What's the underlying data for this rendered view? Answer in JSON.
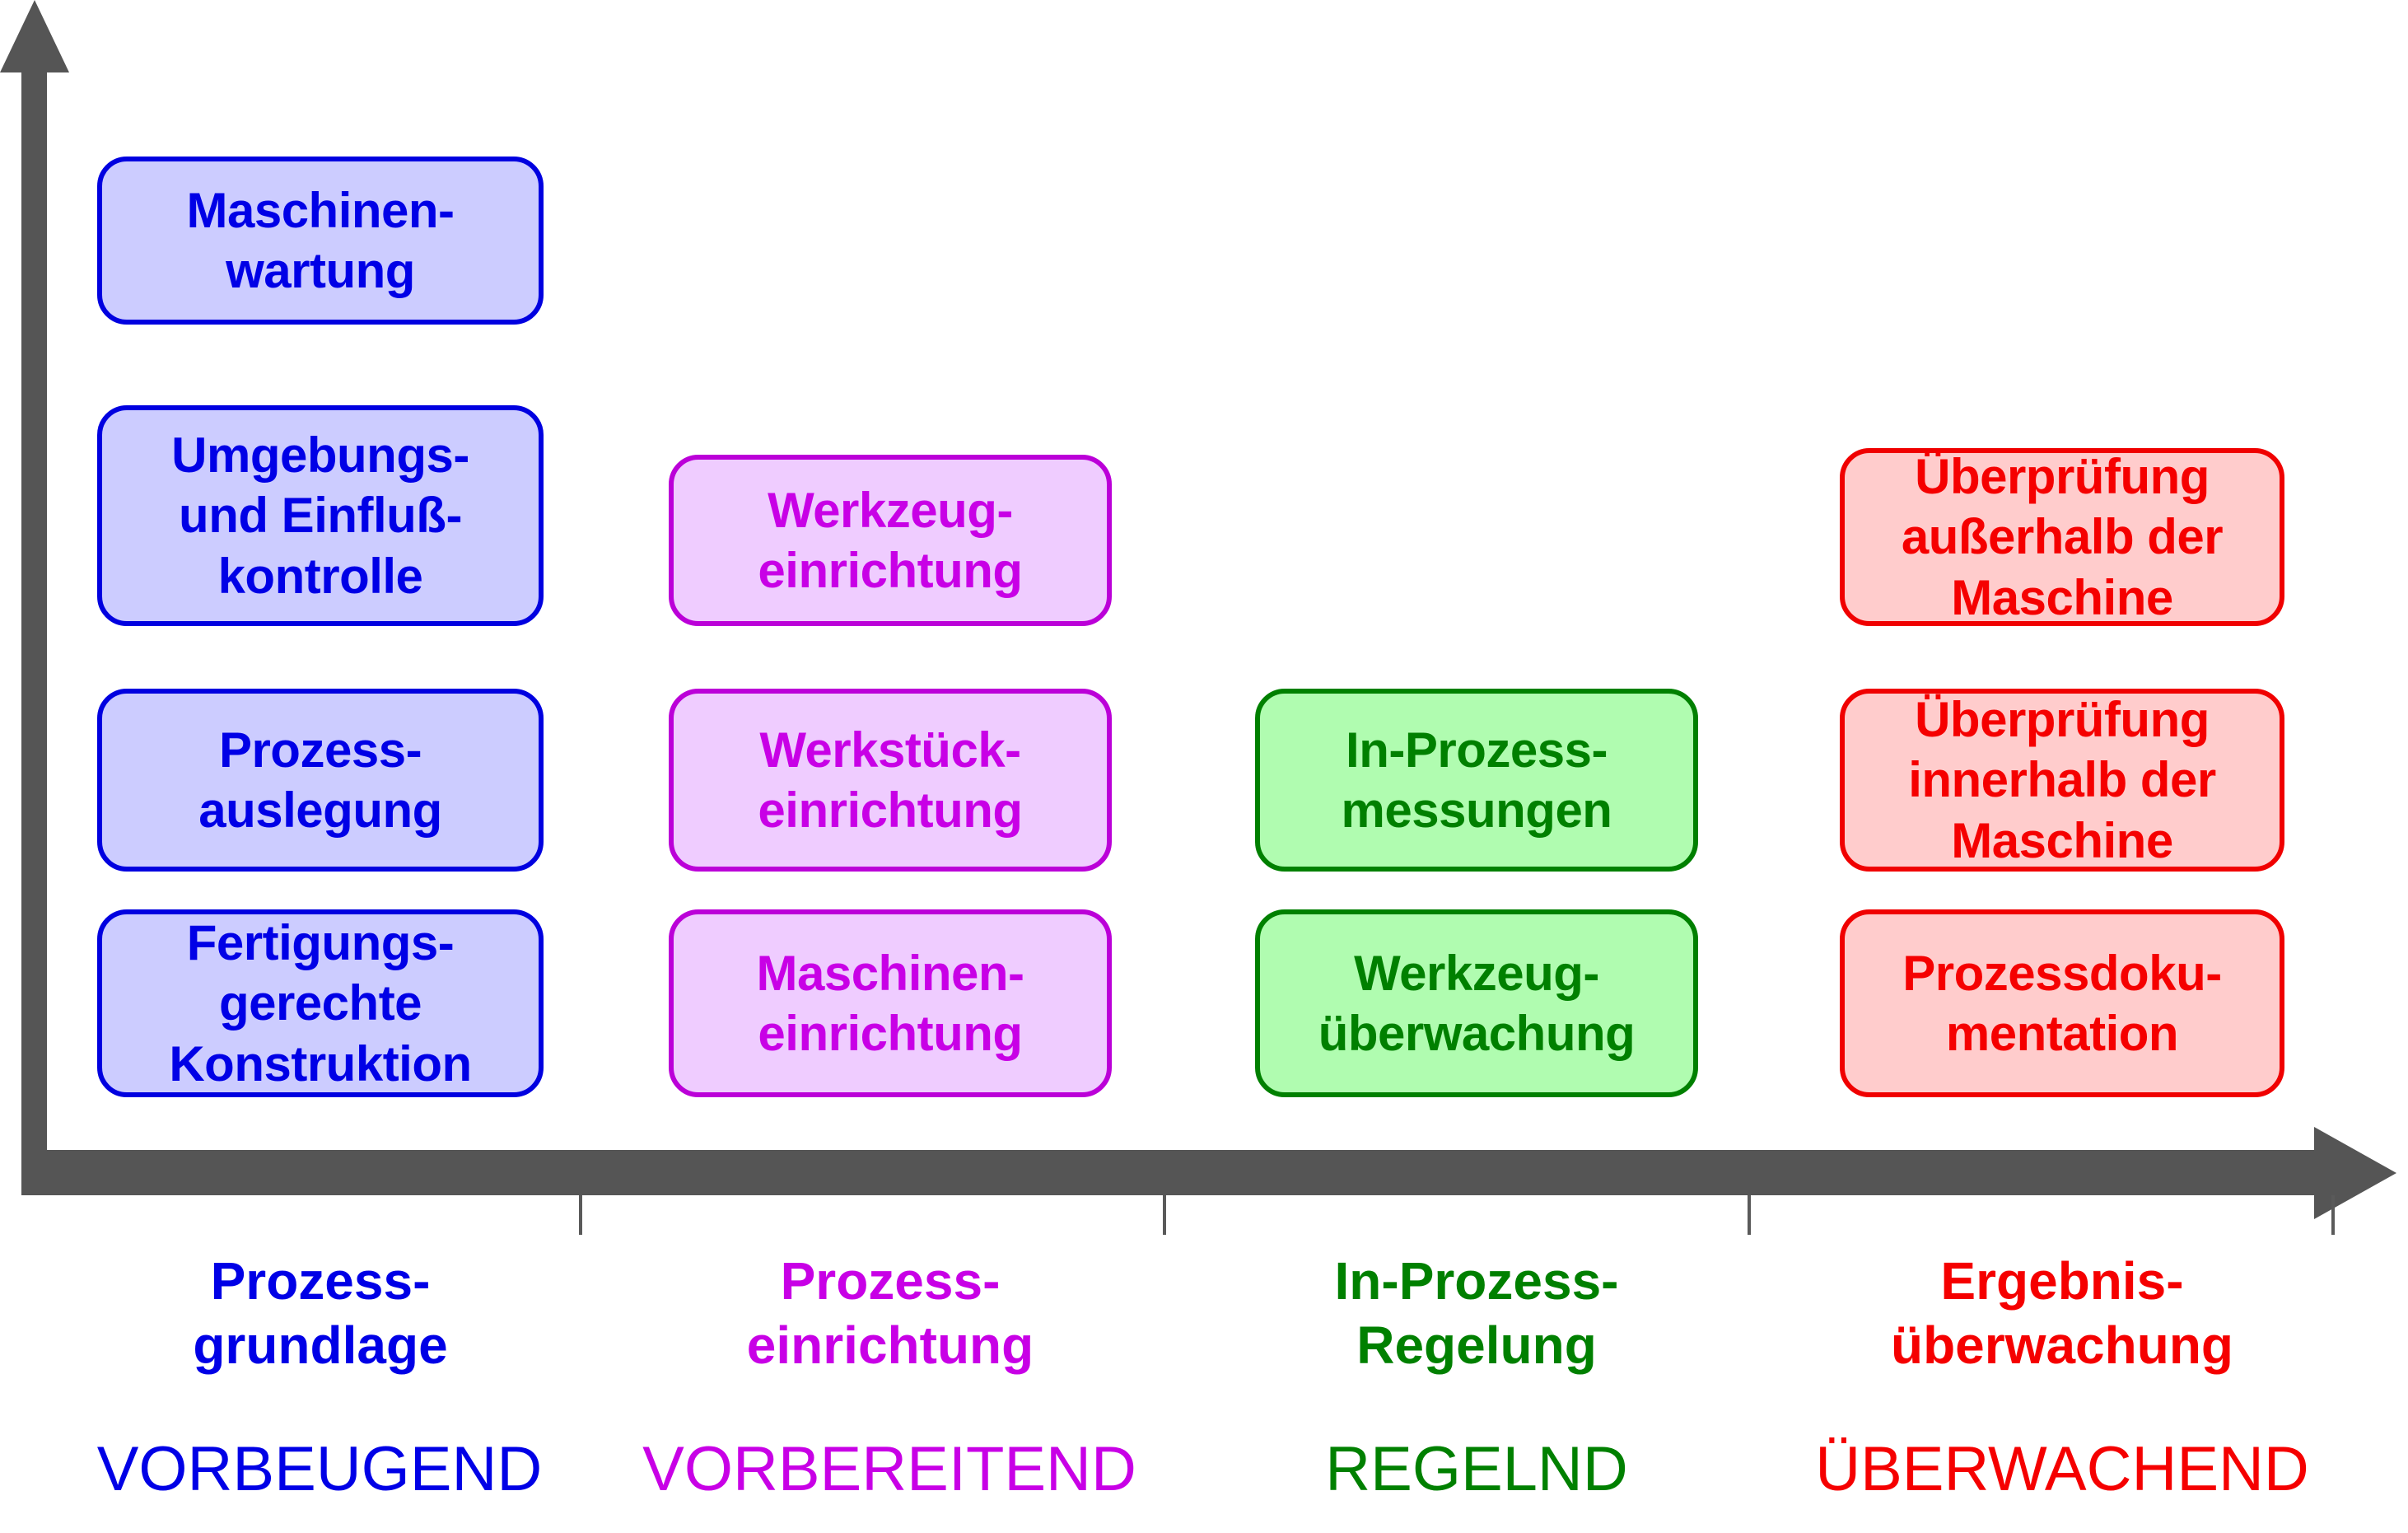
{
  "diagram": {
    "title_visible": false,
    "axes": {
      "vertical_arrow": "up-arrow",
      "horizontal_arrow": "right-arrow",
      "tick_count": 4
    },
    "colors": {
      "axis": "#555555",
      "blue_fill": "#ccccff",
      "blue_stroke": "#0000e0",
      "blue_text": "#0000e6",
      "magenta_fill": "#efccff",
      "magenta_stroke": "#bb00d8",
      "magenta_text": "#c800e6",
      "green_fill": "#b0fcb0",
      "green_stroke": "#008000",
      "green_text": "#008000",
      "red_fill": "#ffcccc",
      "red_stroke": "#f00000",
      "red_text": "#f50000"
    },
    "columns": [
      {
        "key": "vorbeugend",
        "color": "blue",
        "phase_label": "Prozess-\ngrundlage",
        "category_label": "VORBEUGEND",
        "boxes": [
          "Maschinen-\nwartung",
          "Umgebungs-\nund Einfluß-\nkontrolle",
          "Prozess-\nauslegung",
          "Fertigungs-\ngerechte\nKonstruktion"
        ]
      },
      {
        "key": "vorbereitend",
        "color": "magenta",
        "phase_label": "Prozess-\neinrichtung",
        "category_label": "VORBEREITEND",
        "boxes": [
          "Werkzeug-\neinrichtung",
          "Werkstück-\neinrichtung",
          "Maschinen-\neinrichtung"
        ]
      },
      {
        "key": "regelnd",
        "color": "green",
        "phase_label": "In-Prozess-\nRegelung",
        "category_label": "REGELND",
        "boxes": [
          "In-Prozess-\nmessungen",
          "Werkzeug-\nüberwachung"
        ]
      },
      {
        "key": "ueberwachend",
        "color": "red",
        "phase_label": "Ergebnis-\nüberwachung",
        "category_label": "ÜBERWACHEND",
        "boxes": [
          "Überprüfung\naußerhalb der\nMaschine",
          "Überprüfung\ninnerhalb der\nMaschine",
          "Prozessdoku-\nmentation"
        ]
      }
    ]
  }
}
